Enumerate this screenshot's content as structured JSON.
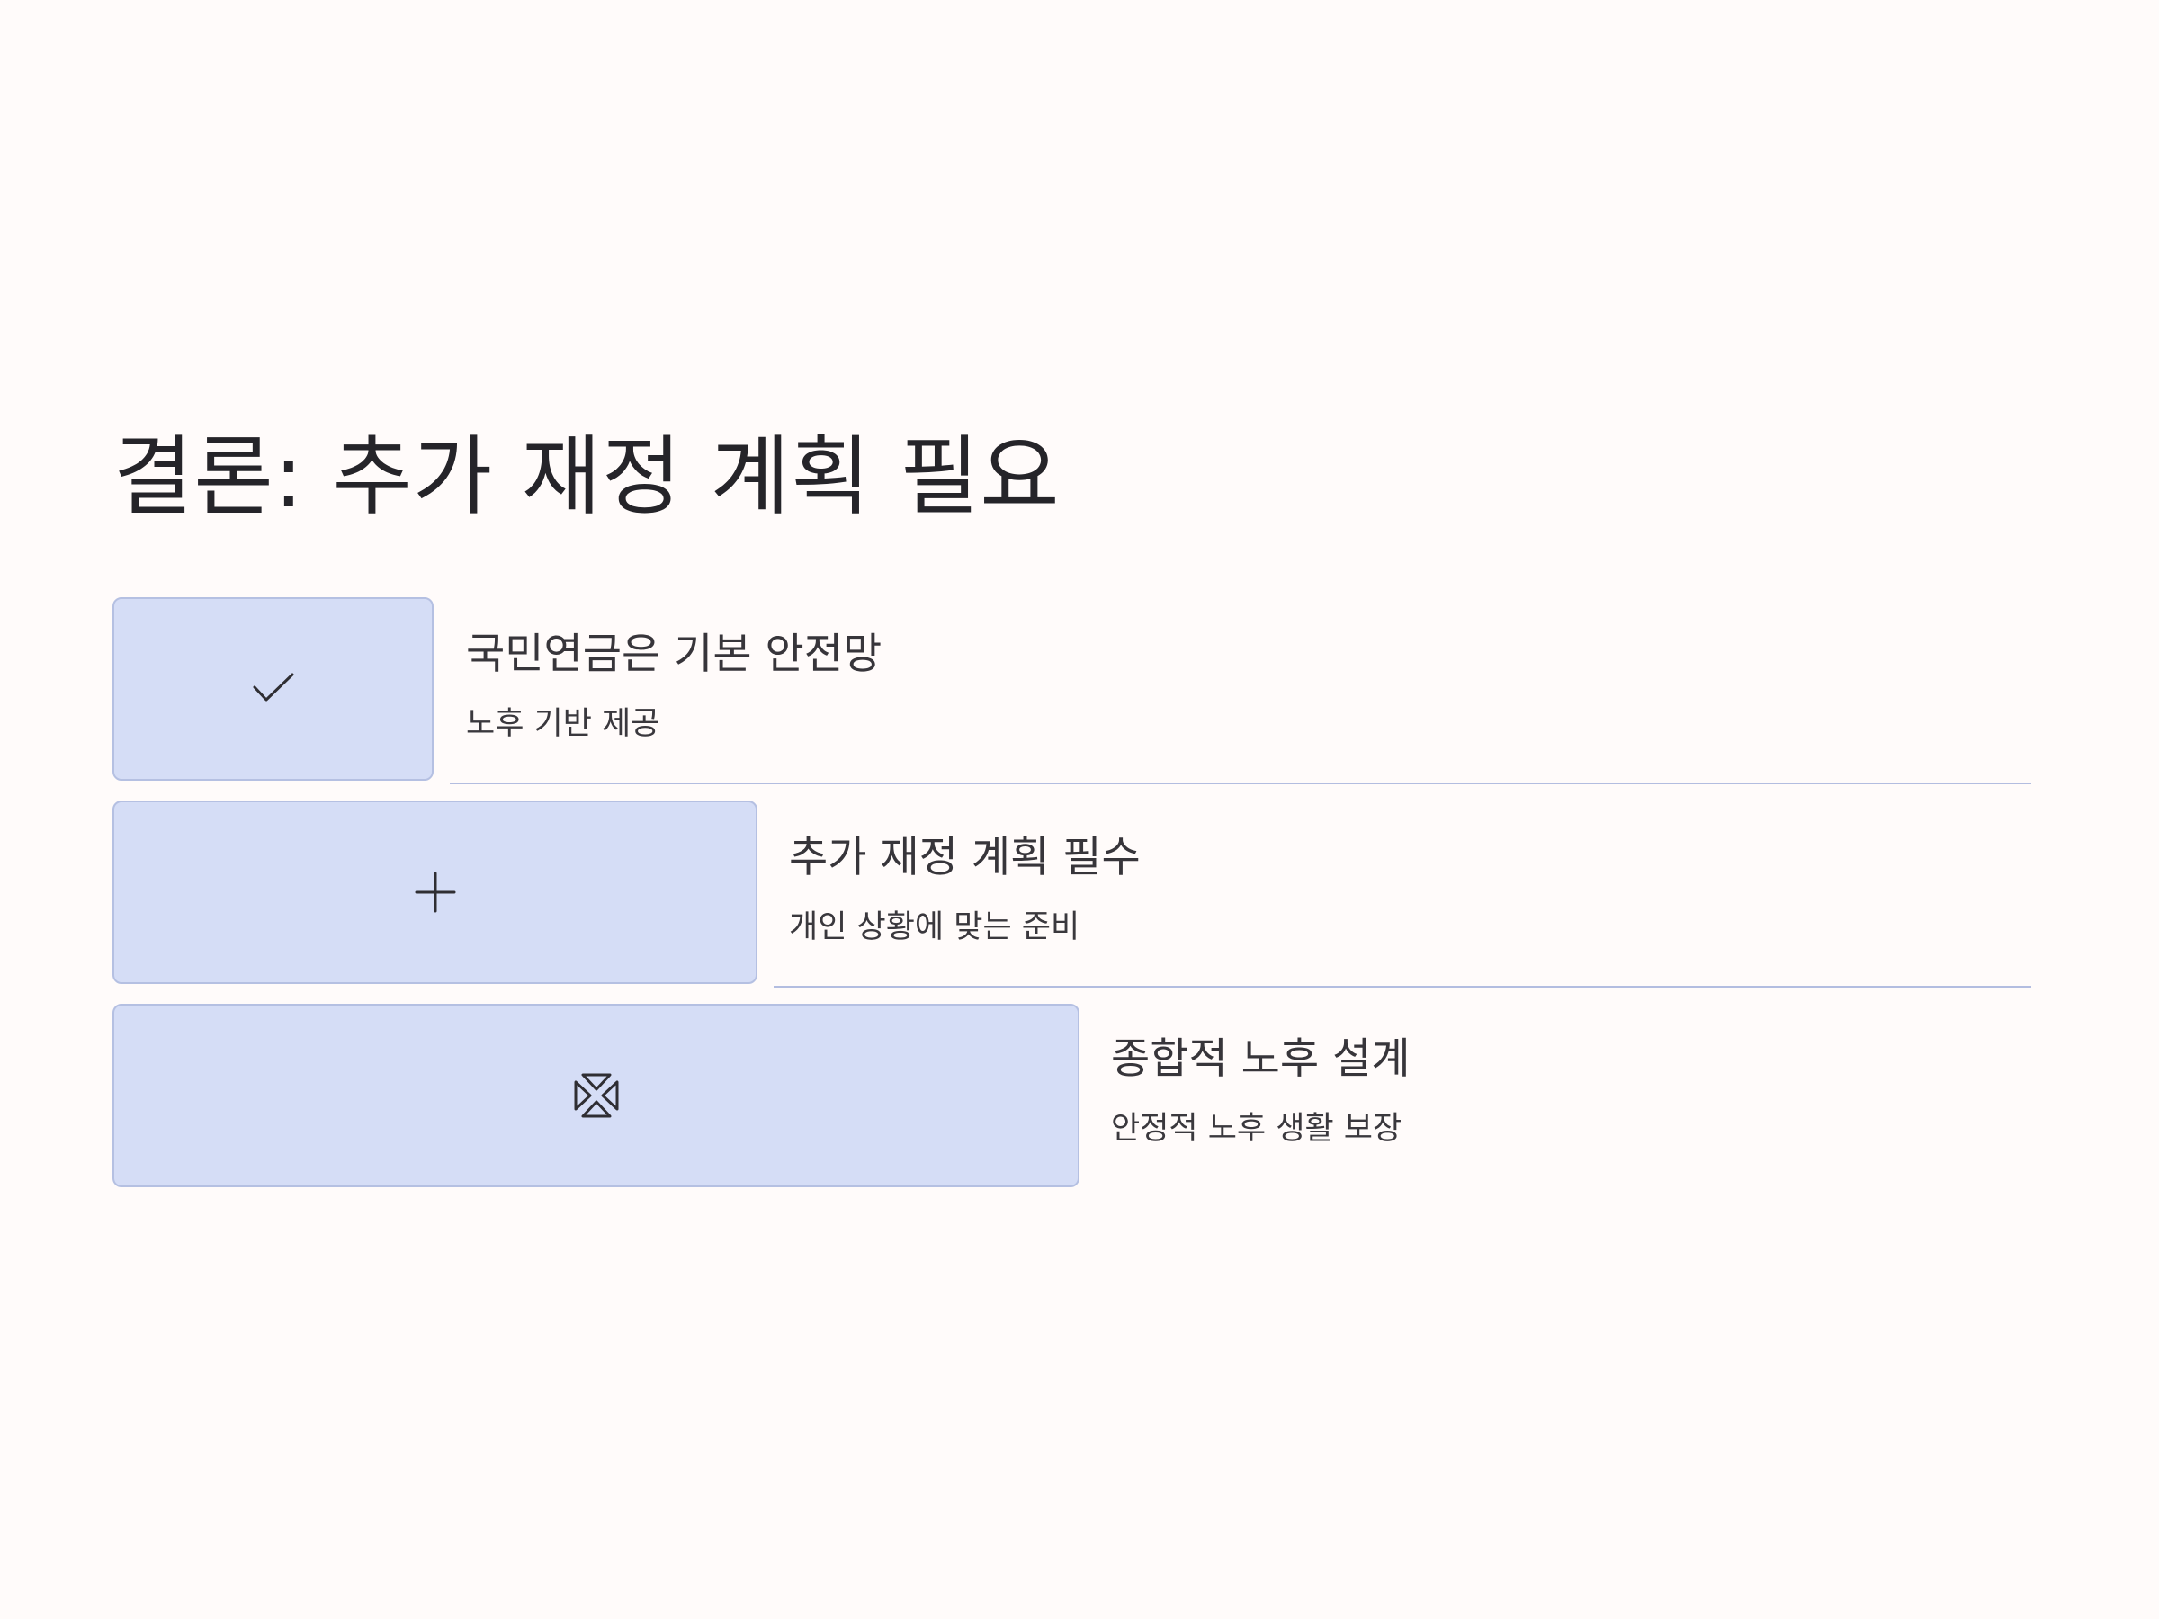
{
  "slide": {
    "title": "결론: 추가 재정 계획 필요"
  },
  "steps": [
    {
      "icon": "checkmark-icon",
      "title": "국민연금은 기본 안전망",
      "subtitle": "노후 기반 제공"
    },
    {
      "icon": "plus-icon",
      "title": "추가 재정 계획 필수",
      "subtitle": "개인 상황에 맞는 준비"
    },
    {
      "icon": "compress-arrows-icon",
      "title": "종합적 노후 설계",
      "subtitle": "안정적 노후 생활 보장"
    }
  ],
  "colors": {
    "background": "#fffbfa",
    "box_fill": "#d5ddf6",
    "box_border": "#b5c0e2",
    "divider": "#b3bde0",
    "text": "#252429"
  }
}
